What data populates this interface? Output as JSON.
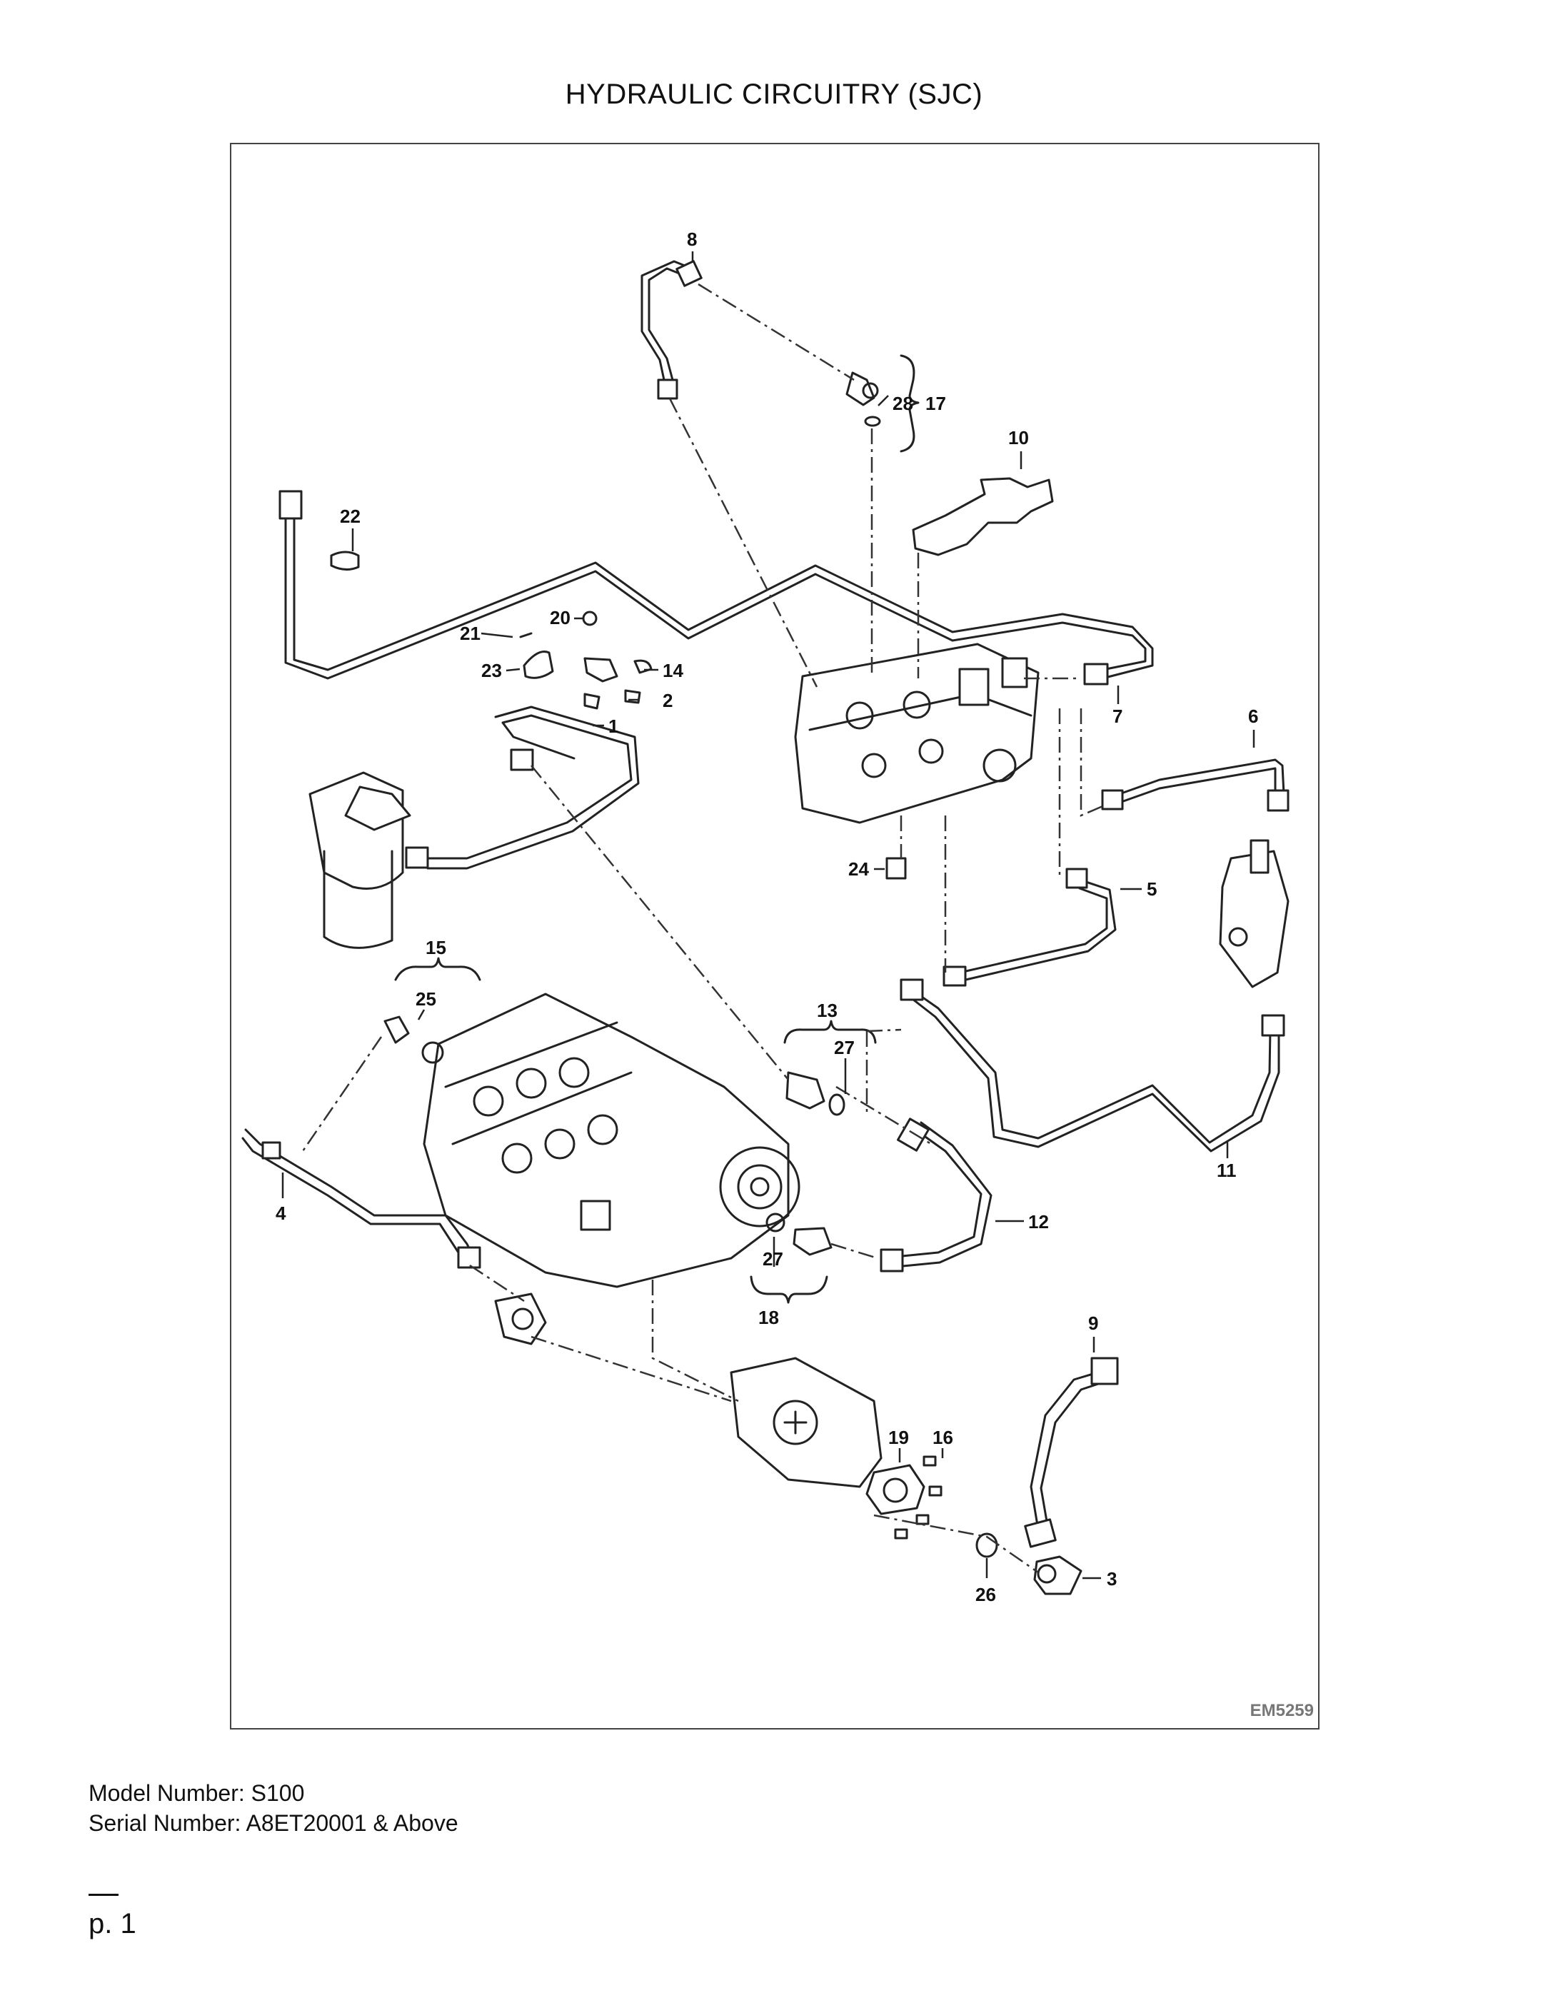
{
  "page": {
    "title": "HYDRAULIC CIRCUITRY (SJC)",
    "figure_code": "EM5259",
    "model_number": "Model Number: S100",
    "serial_number": "Serial Number: A8ET20001 & Above",
    "page_label": "p. 1"
  },
  "callouts": [
    {
      "id": "c1",
      "label": "1"
    },
    {
      "id": "c2",
      "label": "2"
    },
    {
      "id": "c3",
      "label": "3"
    },
    {
      "id": "c4",
      "label": "4"
    },
    {
      "id": "c5",
      "label": "5"
    },
    {
      "id": "c6",
      "label": "6"
    },
    {
      "id": "c7",
      "label": "7"
    },
    {
      "id": "c8",
      "label": "8"
    },
    {
      "id": "c9",
      "label": "9"
    },
    {
      "id": "c10",
      "label": "10"
    },
    {
      "id": "c11",
      "label": "11"
    },
    {
      "id": "c12",
      "label": "12"
    },
    {
      "id": "c13",
      "label": "13"
    },
    {
      "id": "c14",
      "label": "14"
    },
    {
      "id": "c15",
      "label": "15"
    },
    {
      "id": "c16",
      "label": "16"
    },
    {
      "id": "c17",
      "label": "17"
    },
    {
      "id": "c18",
      "label": "18"
    },
    {
      "id": "c19",
      "label": "19"
    },
    {
      "id": "c20",
      "label": "20"
    },
    {
      "id": "c21",
      "label": "21"
    },
    {
      "id": "c22",
      "label": "22"
    },
    {
      "id": "c23",
      "label": "23"
    },
    {
      "id": "c24",
      "label": "24"
    },
    {
      "id": "c25",
      "label": "25"
    },
    {
      "id": "c26",
      "label": "26"
    },
    {
      "id": "c27a",
      "label": "27"
    },
    {
      "id": "c27b",
      "label": "27"
    },
    {
      "id": "c28",
      "label": "28"
    }
  ]
}
